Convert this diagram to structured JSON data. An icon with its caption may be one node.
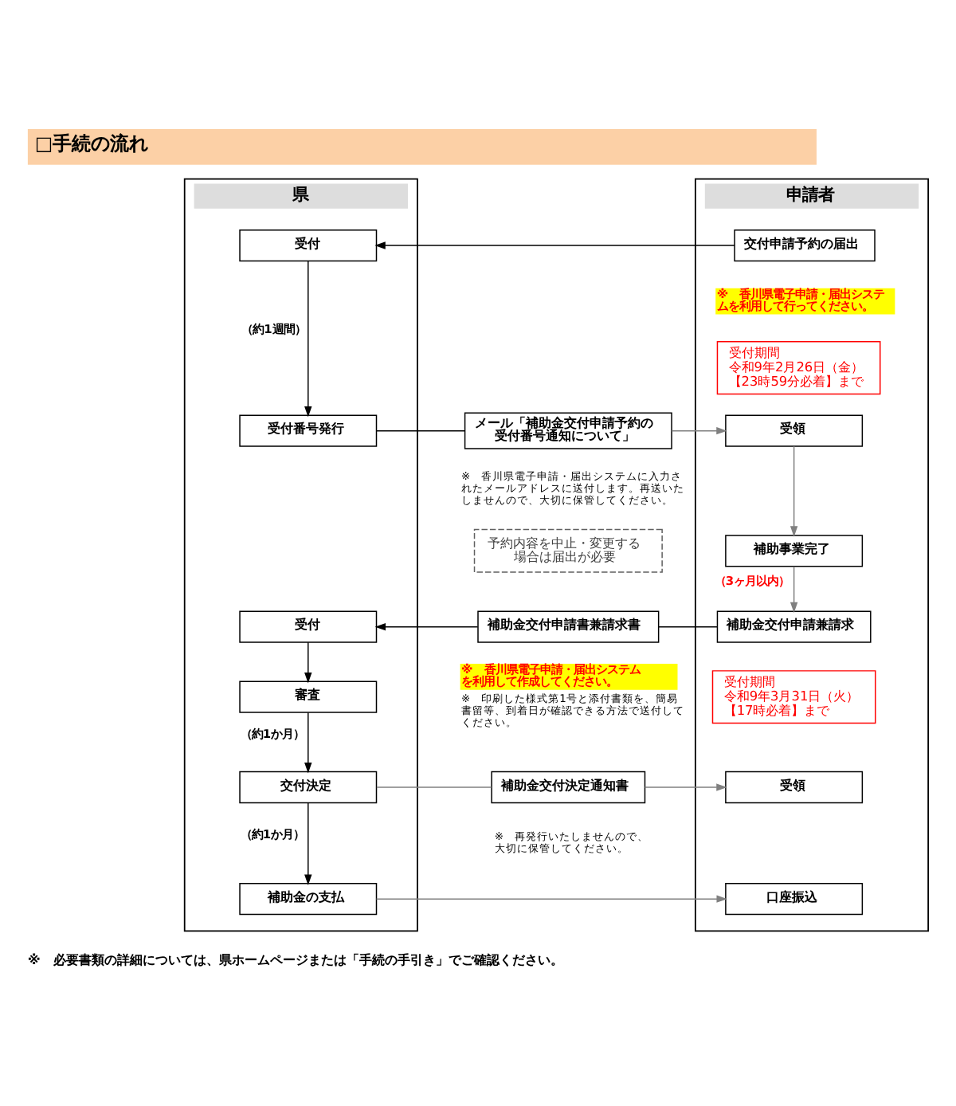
{
  "diagram": {
    "title": "□手続の流れ",
    "nodes": [
      {
        "text": [
          "県"
        ]
      },
      {
        "text": [
          "申請者"
        ]
      },
      {
        "text": [
          "受付"
        ],
        "in": 0
      },
      {
        "text": [
          "交付申請予約の届出"
        ],
        "in": 1,
        "beside": [
          "※　香川県電子申請・届出システムを利用して行ってください。"
        ]
      },
      {
        "text": [
          "受付期間",
          "令和9年2月26日（金）",
          "【23時59分必着】まで"
        ],
        "in": 1
      },
      {
        "text": [
          "受付番号発行"
        ],
        "in": 0
      },
      {
        "text": [
          "メール「補助金交付申請予約の受付番号通知について」"
        ],
        "beside": [
          "※　香川県電子申請・届出システムに入力されたメールアドレスに送付します。再送いたしませんので、大切に保管してください。"
        ]
      },
      {
        "text": [
          "受領"
        ],
        "in": 1
      },
      {
        "text": [
          "予約内容を中止・変更する場合は届出が必要"
        ]
      },
      {
        "text": [
          "補助事業完了"
        ],
        "in": 1
      },
      {
        "text": [
          "受付"
        ],
        "in": 0
      },
      {
        "text": [
          "補助金交付申請書兼請求書"
        ],
        "beside": [
          "※　香川県電子申請・届出システムを利用して作成してください。",
          "※　印刷した様式第1号と添付書類を、簡易書留等、到着日が確認できる方法で送付してください。"
        ]
      },
      {
        "text": [
          "補助金交付申請兼請求"
        ],
        "in": 1
      },
      {
        "text": [
          "受付期間",
          "令和9年3月31日（火）",
          "【17時必着】まで"
        ],
        "in": 1
      },
      {
        "text": [
          "審査"
        ],
        "in": 0
      },
      {
        "text": [
          "交付決定"
        ],
        "in": 0
      },
      {
        "text": [
          "補助金交付決定通知書"
        ],
        "beside": [
          "※　再発行いたしませんので、大切に保管してください。"
        ]
      },
      {
        "text": [
          "受領"
        ],
        "in": 1
      },
      {
        "text": [
          "補助金の支払"
        ],
        "in": 0
      },
      {
        "text": [
          "口座振込"
        ],
        "in": 1
      }
    ],
    "edges": [
      {
        "from": 3,
        "to": 2,
        "arrow": "to"
      },
      {
        "from": 2,
        "to": 5,
        "arrow": "to",
        "label": "（約1週間）"
      },
      {
        "from": 5,
        "to": 6,
        "arrow": "none"
      },
      {
        "from": 6,
        "to": 7,
        "arrow": "to",
        "color": "#808080"
      },
      {
        "from": 7,
        "to": 9,
        "arrow": "to",
        "color": "#808080"
      },
      {
        "from": 9,
        "to": 12,
        "arrow": "to",
        "label": "（3ヶ月以内）",
        "color": "#808080"
      },
      {
        "from": 12,
        "to": 11,
        "arrow": "none"
      },
      {
        "from": 11,
        "to": 10,
        "arrow": "to"
      },
      {
        "from": 10,
        "to": 14,
        "arrow": "to"
      },
      {
        "from": 14,
        "to": 15,
        "arrow": "to",
        "label": "（約1か月）"
      },
      {
        "from": 15,
        "to": 16,
        "arrow": "none",
        "color": "#808080"
      },
      {
        "from": 16,
        "to": 17,
        "arrow": "to",
        "color": "#808080"
      },
      {
        "from": 15,
        "to": 18,
        "arrow": "to",
        "label": "（約1か月）"
      },
      {
        "from": 18,
        "to": 19,
        "arrow": "to",
        "color": "#808080"
      }
    ],
    "labels": [
      "※　必要書類の詳細については、県ホームページまたは「手続の手引き」でご確認ください。"
    ]
  }
}
